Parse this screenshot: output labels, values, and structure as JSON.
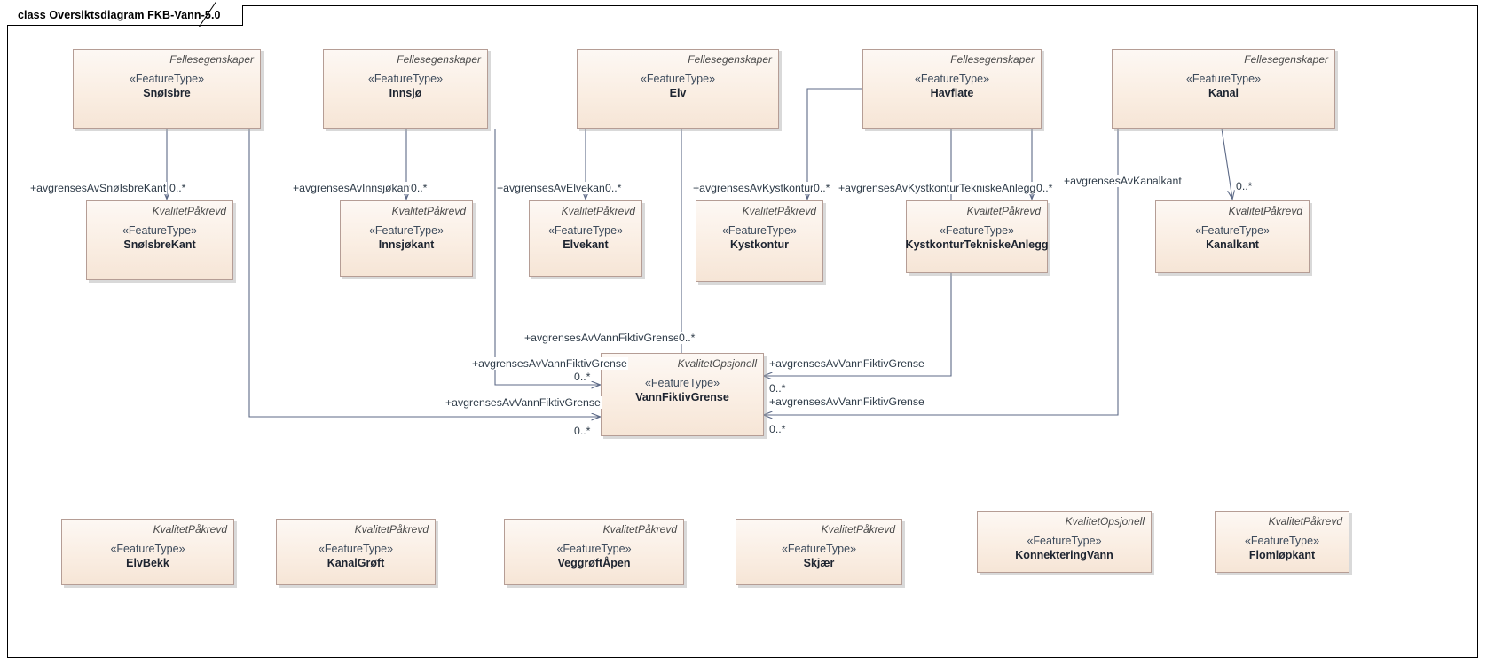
{
  "diagram": {
    "title": "class Oversiktsdiagram FKB-Vann-5.0",
    "stereotype": "«FeatureType»",
    "namespaces": {
      "felles": "Fellesegenskaper",
      "paakrevd": "KvalitetPåkrevd",
      "opsjonell": "KvalitetOpsjonell"
    },
    "colors": {
      "box_border": "#b59d95",
      "box_fill_top": "#fdf8f4",
      "box_fill_bottom": "#f6e5d6",
      "connector": "#5d6a87",
      "frame_border": "#000000",
      "text": "#1d2430"
    }
  },
  "classes": {
    "row_top": [
      {
        "id": "snoisbre",
        "name": "SnøIsbre",
        "stereotype": "«FeatureType»",
        "namespace": "Fellesegenskaper"
      },
      {
        "id": "innsjo",
        "name": "Innsjø",
        "stereotype": "«FeatureType»",
        "namespace": "Fellesegenskaper"
      },
      {
        "id": "elv",
        "name": "Elv",
        "stereotype": "«FeatureType»",
        "namespace": "Fellesegenskaper"
      },
      {
        "id": "havflate",
        "name": "Havflate",
        "stereotype": "«FeatureType»",
        "namespace": "Fellesegenskaper"
      },
      {
        "id": "kanal",
        "name": "Kanal",
        "stereotype": "«FeatureType»",
        "namespace": "Fellesegenskaper"
      }
    ],
    "row_mid": [
      {
        "id": "snoisbrekant",
        "name": "SnøIsbreKant",
        "stereotype": "«FeatureType»",
        "namespace": "KvalitetPåkrevd"
      },
      {
        "id": "innsjokant",
        "name": "Innsjøkant",
        "stereotype": "«FeatureType»",
        "namespace": "KvalitetPåkrevd"
      },
      {
        "id": "elvekant",
        "name": "Elvekant",
        "stereotype": "«FeatureType»",
        "namespace": "KvalitetPåkrevd"
      },
      {
        "id": "kystkontur",
        "name": "Kystkontur",
        "stereotype": "«FeatureType»",
        "namespace": "KvalitetPåkrevd"
      },
      {
        "id": "kystkonturteknisk",
        "name": "KystkonturTekniskeAnlegg",
        "stereotype": "«FeatureType»",
        "namespace": "KvalitetPåkrevd"
      },
      {
        "id": "kanalkant",
        "name": "Kanalkant",
        "stereotype": "«FeatureType»",
        "namespace": "KvalitetPåkrevd"
      }
    ],
    "center": {
      "id": "vannfiktivgrense",
      "name": "VannFiktivGrense",
      "stereotype": "«FeatureType»",
      "namespace": "KvalitetOpsjonell"
    },
    "row_bottom": [
      {
        "id": "elvbekk",
        "name": "ElvBekk",
        "stereotype": "«FeatureType»",
        "namespace": "KvalitetPåkrevd"
      },
      {
        "id": "kanalgroft",
        "name": "KanalGrøft",
        "stereotype": "«FeatureType»",
        "namespace": "KvalitetPåkrevd"
      },
      {
        "id": "veggroftapen",
        "name": "VeggrøftÅpen",
        "stereotype": "«FeatureType»",
        "namespace": "KvalitetPåkrevd"
      },
      {
        "id": "skjaer",
        "name": "Skjær",
        "stereotype": "«FeatureType»",
        "namespace": "KvalitetPåkrevd"
      },
      {
        "id": "konnekteringvann",
        "name": "KonnekteringVann",
        "stereotype": "«FeatureType»",
        "namespace": "KvalitetOpsjonell"
      },
      {
        "id": "flomlopkant",
        "name": "Flomløpkant",
        "stereotype": "«FeatureType»",
        "namespace": "KvalitetPåkrevd"
      }
    ]
  },
  "associations": [
    {
      "id": "a1",
      "role": "+avgrensesAvSnøIsbreKant",
      "multiplicity": "0..*",
      "from": "SnøIsbre",
      "to": "SnøIsbreKant"
    },
    {
      "id": "a2",
      "role": "+avgrensesAvInnsjøkant",
      "multiplicity": "0..*",
      "from": "Innsjø",
      "to": "Innsjøkant"
    },
    {
      "id": "a3",
      "role": "+avgrensesAvElvekant",
      "multiplicity": "0..*",
      "from": "Elv",
      "to": "Elvekant"
    },
    {
      "id": "a4",
      "role": "+avgrensesAvKystkontur",
      "multiplicity": "0..*",
      "from": "Havflate",
      "to": "Kystkontur"
    },
    {
      "id": "a5",
      "role": "+avgrensesAvKystkonturTekniskeAnlegg",
      "multiplicity": "0..*",
      "from": "Havflate",
      "to": "KystkonturTekniskeAnlegg"
    },
    {
      "id": "a6",
      "role": "+avgrensesAvKanalkant",
      "multiplicity": "0..*",
      "from": "Kanal",
      "to": "Kanalkant"
    },
    {
      "id": "a7",
      "role": "+avgrensesAvVannFiktivGrense",
      "multiplicity": "0..*",
      "from": "Elv",
      "to": "VannFiktivGrense"
    },
    {
      "id": "a8",
      "role": "+avgrensesAvVannFiktivGrense",
      "multiplicity": "0..*",
      "from": "Innsjø",
      "to": "VannFiktivGrense"
    },
    {
      "id": "a9",
      "role": "+avgrensesAvVannFiktivGrense",
      "multiplicity": "0..*",
      "from": "SnøIsbre",
      "to": "VannFiktivGrense"
    },
    {
      "id": "a10",
      "role": "+avgrensesAvVannFiktivGrense",
      "multiplicity": "0..*",
      "from": "Havflate",
      "to": "VannFiktivGrense"
    },
    {
      "id": "a11",
      "role": "+avgrensesAvVannFiktivGrense",
      "multiplicity": "0..*",
      "from": "Kanal",
      "to": "VannFiktivGrense"
    }
  ]
}
